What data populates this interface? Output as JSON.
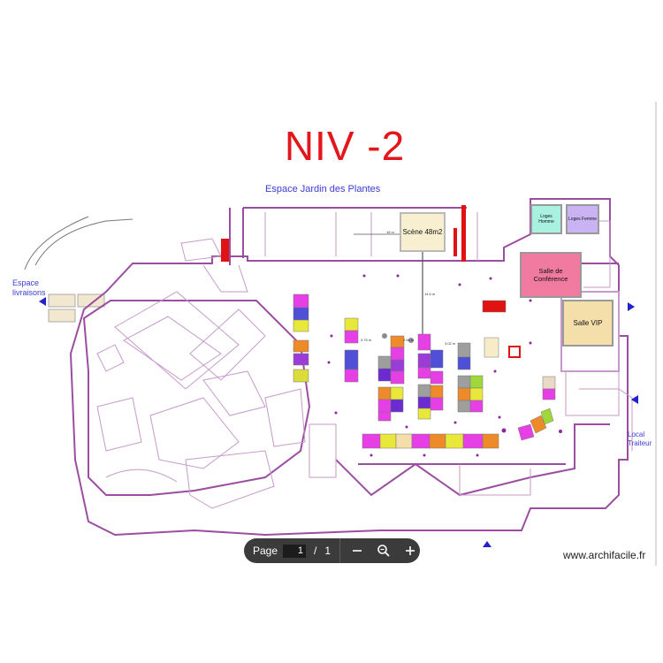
{
  "plan": {
    "title": "NIV -2",
    "labels": {
      "garden": "Espace Jardin des Plantes",
      "deliveries_line1": "Espace",
      "deliveries_line2": "livraisons",
      "caterer_line1": "Local",
      "caterer_line2": "Traiteur"
    },
    "rooms": {
      "scene": "Scène 48m2",
      "conference": "Salle de Conférence",
      "vip": "Salle VIP",
      "loges_homme": "Loges Homme",
      "loges_femme": "Loges Femme"
    },
    "dimensions": {
      "d1": "3.75 m",
      "d2": "2.68 m",
      "d3": "3.02 m",
      "d4": "16 m",
      "d5": "14.6 m"
    },
    "colors": {
      "title": "#e3161b",
      "labels": "#3b3bd4",
      "walls": "#9b4ea0",
      "scene": "#f7efcf",
      "conference": "#f07aa0",
      "vip": "#f4dea9",
      "loges_homme": "#a8f0e0",
      "loges_femme": "#c9b3f2",
      "nav_arrows": "#2222c8"
    }
  },
  "viewer": {
    "page_label": "Page",
    "page_current": "1",
    "page_separator": "/",
    "page_total": "1",
    "zoom_out_icon": "minus-icon",
    "zoom_icon": "magnifier-icon",
    "zoom_in_icon": "plus-icon"
  },
  "watermark": "www.archifacile.fr"
}
